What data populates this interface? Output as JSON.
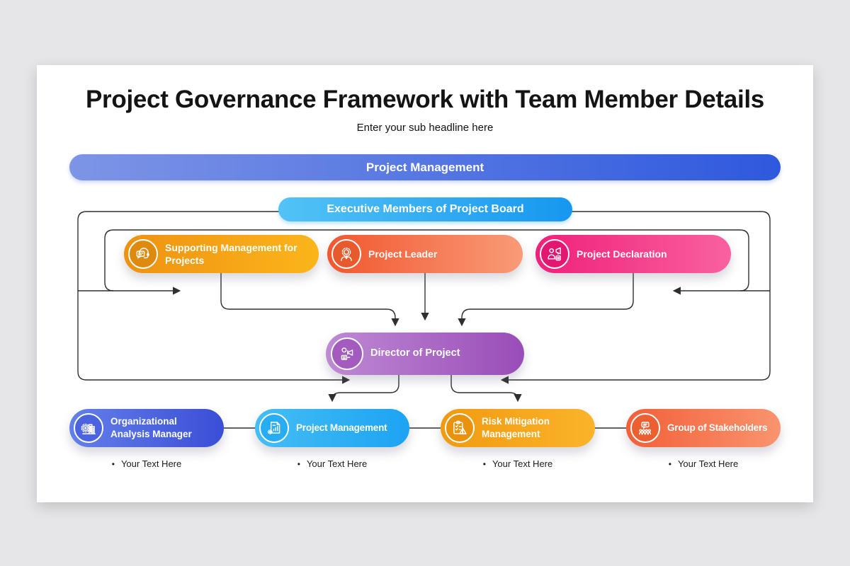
{
  "page": {
    "background": "#e6e5e8"
  },
  "slide": {
    "title": "Project Governance Framework with Team Member Details",
    "subtitle": "Enter your sub headline here"
  },
  "banners": {
    "project_management": {
      "label": "Project Management",
      "gradient": [
        "#7E95E6",
        "#2E59DE"
      ]
    },
    "executive_board": {
      "label": "Executive Members of Project Board",
      "gradient": [
        "#53C3F6",
        "#1697F0"
      ]
    }
  },
  "top_row": [
    {
      "label": "Supporting Management for Projects",
      "icon": "support-chat-headset",
      "gradient": [
        "#EE9210",
        "#FCB51B"
      ],
      "circle": "#DE8A0E"
    },
    {
      "label": "Project Leader",
      "icon": "award-leader",
      "gradient": [
        "#F2572F",
        "#F89B77"
      ],
      "circle": "#E85A2B"
    },
    {
      "label": "Project Declaration",
      "icon": "announcement-person",
      "gradient": [
        "#F0207A",
        "#F9619F"
      ],
      "circle": "#E31672"
    }
  ],
  "director": {
    "label": "Director of Project",
    "icon": "director-megaphone",
    "gradient": [
      "#BE8AD3",
      "#9A4CB8"
    ],
    "circle": "#A35BBF"
  },
  "bottom_row": [
    {
      "label": "Organizational Analysis Manager",
      "icon": "gear-building",
      "gradient": [
        "#6380E8",
        "#3A4ED6"
      ],
      "circle": "#4C63DF",
      "note": "Your Text Here"
    },
    {
      "label": "Project Management",
      "icon": "document-chart-gear",
      "gradient": [
        "#45BEF4",
        "#1CA3F2"
      ],
      "circle": "#28ACF3",
      "note": "Your Text Here"
    },
    {
      "label": "Risk Mitigation Management",
      "icon": "clipboard-warning",
      "gradient": [
        "#F09B10",
        "#FBB32A"
      ],
      "circle": "#E9920D",
      "note": "Your Text Here"
    },
    {
      "label": "Group of Stakeholders",
      "icon": "stakeholder-group",
      "gradient": [
        "#F26038",
        "#F9946F"
      ],
      "circle": "#EC5F31",
      "note": "Your Text Here"
    }
  ],
  "bullet_char": "•",
  "connector_color": "#2f2f2f"
}
